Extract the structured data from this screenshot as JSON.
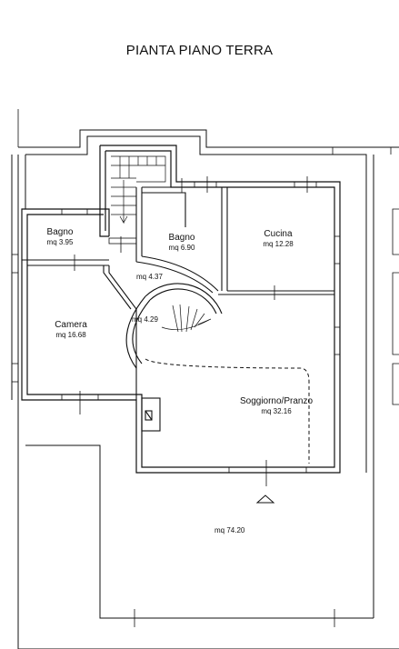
{
  "title": "PIANTA PIANO TERRA",
  "rooms": {
    "bagno_left": {
      "name": "Bagno",
      "area": "mq 3.95"
    },
    "bagno_center": {
      "name": "Bagno",
      "area": "mq 6.90"
    },
    "cucina": {
      "name": "Cucina",
      "area": "mq 12.28"
    },
    "camera": {
      "name": "Camera",
      "area": "mq 16.68"
    },
    "soggiorno": {
      "name": "Soggiorno/Pranzo",
      "area": "mq 32.16"
    },
    "disimpegno": {
      "area": "mq 4.37"
    },
    "scala": {
      "area": "mq 4.29"
    },
    "esterno": {
      "area": "mq 74.20"
    }
  },
  "colors": {
    "wall": "#111111",
    "background": "#ffffff"
  }
}
